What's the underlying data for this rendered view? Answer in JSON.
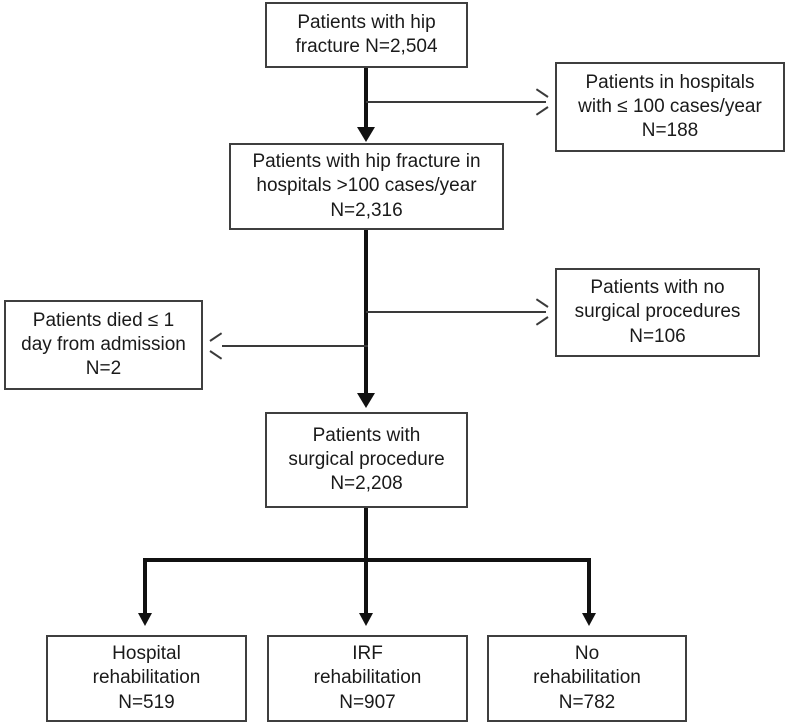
{
  "diagram": {
    "title": "Hip fracture patient selection flow chart",
    "type": "flowchart",
    "line_color": "#111111",
    "box_border_color": "#3f3f3f",
    "background": "#ffffff",
    "nodes": [
      {
        "id": "cohort-total",
        "text": "Patients with hip\nfracture N=2,504",
        "count": "2,504"
      },
      {
        "id": "excluded-low-volume-hospitals",
        "text": "Patients in hospitals\nwith ≤ 100 cases/year\nN=188",
        "count": "188"
      },
      {
        "id": "cohort-high-volume-hospitals",
        "text": "Patients with hip fracture in\nhospitals >100 cases/year\nN=2,316",
        "count": "2,316"
      },
      {
        "id": "excluded-no-surgery",
        "text": "Patients with no\nsurgical procedures\nN=106",
        "count": "106"
      },
      {
        "id": "excluded-early-death",
        "text": "Patients died ≤ 1\nday from admission\nN=2",
        "count": "2"
      },
      {
        "id": "cohort-surgical",
        "text": "Patients with\nsurgical procedure\nN=2,208",
        "count": "2,208"
      },
      {
        "id": "outcome-hospital-rehab",
        "text": "Hospital\nrehabilitation\nN=519",
        "count": "519"
      },
      {
        "id": "outcome-irf-rehab",
        "text": "IRF\nrehabilitation\nN=907",
        "count": "907"
      },
      {
        "id": "outcome-no-rehab",
        "text": "No\nrehabilitation\nN=782",
        "count": "782"
      }
    ],
    "connectors": [
      {
        "id": "total-to-high-volume",
        "kind": "arrow-down"
      },
      {
        "id": "total-to-excluded-low-volume",
        "kind": "arrow-right"
      },
      {
        "id": "high-volume-to-surgical",
        "kind": "arrow-down"
      },
      {
        "id": "high-volume-to-excluded-no-surgery",
        "kind": "arrow-right"
      },
      {
        "id": "high-volume-to-excluded-early-death",
        "kind": "arrow-left"
      },
      {
        "id": "surgical-to-hospital-rehab",
        "kind": "arrow-down"
      },
      {
        "id": "surgical-to-irf-rehab",
        "kind": "arrow-down"
      },
      {
        "id": "surgical-to-no-rehab",
        "kind": "arrow-down"
      }
    ]
  }
}
